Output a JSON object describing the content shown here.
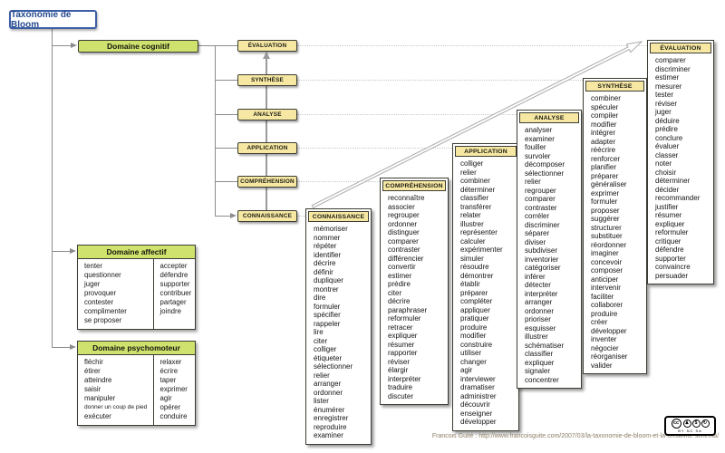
{
  "title": "Taxonomie de Bloom",
  "cognitive_domain": {
    "label": "Domaine cognitif"
  },
  "levels": [
    "ÉVALUATION",
    "SYNTHÈSE",
    "ANALYSE",
    "APPLICATION",
    "COMPRÉHENSION",
    "CONNAISSANCE"
  ],
  "affective_domain": {
    "label": "Domaine affectif",
    "left": [
      "tenter",
      "questionner",
      "juger",
      "provoquer",
      "contester",
      "complimenter",
      "se proposer"
    ],
    "right": [
      "accepter",
      "défendre",
      "supporter",
      "contribuer",
      "partager",
      "joindre"
    ]
  },
  "psychomotor_domain": {
    "label": "Domaine psychomoteur",
    "left": [
      "fléchir",
      "étirer",
      "atteindre",
      "saisir",
      "manipuler",
      "donner un coup de pied",
      "exécuter"
    ],
    "right": [
      "relaxer",
      "écrire",
      "taper",
      "exprimer",
      "agir",
      "opérer",
      "conduire"
    ]
  },
  "columns": [
    {
      "title": "CONNAISSANCE",
      "verbs": [
        "mémoriser",
        "nommer",
        "répéter",
        "identifier",
        "décrire",
        "définir",
        "dupliquer",
        "montrer",
        "dire",
        "formuler",
        "spécifier",
        "rappeler",
        "lire",
        "citer",
        "colliger",
        "étiqueter",
        "sélectionner",
        "relier",
        "arranger",
        "ordonner",
        "lister",
        "énumérer",
        "enregistrer",
        "reproduire",
        "examiner"
      ]
    },
    {
      "title": "COMPRÉHENSION",
      "verbs": [
        "reconnaître",
        "associer",
        "regrouper",
        "ordonner",
        "distinguer",
        "comparer",
        "contraster",
        "différencier",
        "convertir",
        "estimer",
        "prédire",
        "citer",
        "décrire",
        "paraphraser",
        "reformuler",
        "retracer",
        "expliquer",
        "résumer",
        "rapporter",
        "réviser",
        "élargir",
        "interpréter",
        "traduire",
        "discuter"
      ]
    },
    {
      "title": "APPLICATION",
      "verbs": [
        "colliger",
        "relier",
        "combiner",
        "déterminer",
        "classifier",
        "transférer",
        "relater",
        "illustrer",
        "représenter",
        "calculer",
        "expérimenter",
        "simuler",
        "résoudre",
        "démontrer",
        "établir",
        "préparer",
        "compléter",
        "appliquer",
        "pratiquer",
        "produire",
        "modifier",
        "construire",
        "utiliser",
        "changer",
        "agir",
        "interviewer",
        "dramatiser",
        "administrer",
        "découvrir",
        "enseigner",
        "développer"
      ]
    },
    {
      "title": "ANALYSE",
      "verbs": [
        "analyser",
        "examiner",
        "fouiller",
        "survoler",
        "décomposer",
        "sélectionner",
        "relier",
        "regrouper",
        "comparer",
        "contraster",
        "corréler",
        "discriminer",
        "séparer",
        "diviser",
        "subdiviser",
        "inventorier",
        "catégoriser",
        "inférer",
        "détecter",
        "interpréter",
        "arranger",
        "ordonner",
        "prioriser",
        "esquisser",
        "illustrer",
        "schématiser",
        "classifier",
        "expliquer",
        "signaler",
        "concentrer"
      ]
    },
    {
      "title": "SYNTHÈSE",
      "verbs": [
        "combiner",
        "spéculer",
        "compiler",
        "modifier",
        "intégrer",
        "adapter",
        "réécrire",
        "renforcer",
        "planifier",
        "préparer",
        "généraliser",
        "exprimer",
        "formuler",
        "proposer",
        "suggérer",
        "structurer",
        "substituer",
        "réordonner",
        "imaginer",
        "concevoir",
        "composer",
        "anticiper",
        "intervenir",
        "faciliter",
        "collaborer",
        "produire",
        "créer",
        "développer",
        "inventer",
        "négocier",
        "réorganiser",
        "valider"
      ]
    },
    {
      "title": "ÉVALUATION",
      "verbs": [
        "comparer",
        "discriminer",
        "estimer",
        "mesurer",
        "tester",
        "réviser",
        "juger",
        "déduire",
        "prédire",
        "conclure",
        "évaluer",
        "classer",
        "noter",
        "choisir",
        "déterminer",
        "décider",
        "recommander",
        "justifier",
        "résumer",
        "expliquer",
        "reformuler",
        "critiquer",
        "défendre",
        "supporter",
        "convaincre",
        "persuader"
      ]
    }
  ],
  "footer": {
    "credit": "Francois Guité : http://www.francoisguite.com/2007/03/la-taxonomie-de-bloom-et-la-creativite-schema/"
  },
  "license": {
    "badge": "CC BY-NC-SA",
    "cc_label": "cc",
    "icons": [
      {
        "name": "cc-by-icon",
        "glyph": "♟"
      },
      {
        "name": "cc-nc-icon",
        "glyph": "$"
      },
      {
        "name": "cc-sa-icon",
        "glyph": "↻"
      }
    ],
    "caption": "BY NC SA"
  },
  "colors": {
    "domain_header": "#cfe26d",
    "level_fill": "#f6e8a2",
    "title_border": "#3b5ea6",
    "title_text": "#274b8f",
    "connector": "#8c8c8c",
    "box_border": "#3c3c34"
  }
}
